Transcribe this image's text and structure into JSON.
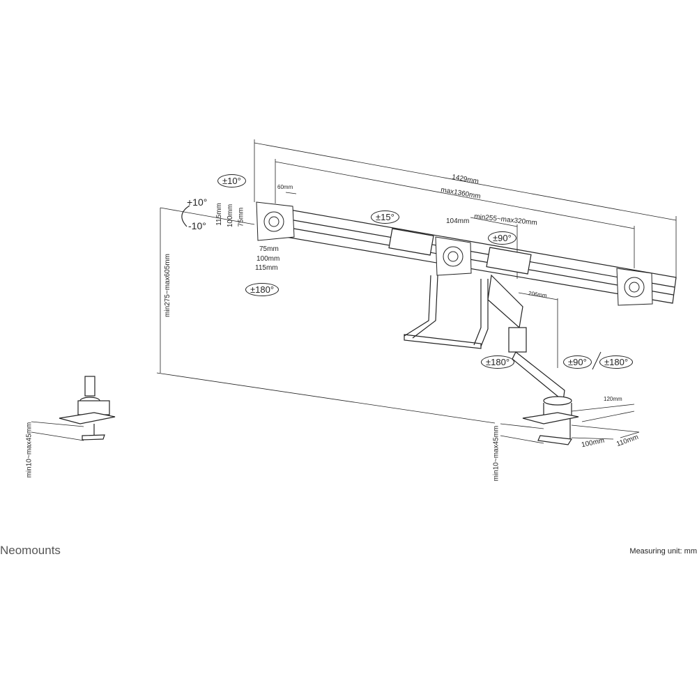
{
  "dimensions": {
    "total_width": "1429mm",
    "max_width": "max1360mm",
    "offset_60": "60mm",
    "offset_104": "104mm",
    "arm_extension": "min255~max320mm",
    "arm_206": "206mm",
    "height_range": "min275~max605mm",
    "vesa_h_115": "115mm",
    "vesa_h_100": "100mm",
    "vesa_h_75": "75mm",
    "vesa_w_75": "75mm",
    "vesa_w_100": "100mm",
    "vesa_w_115": "115mm",
    "base_120": "120mm",
    "base_100": "100mm",
    "base_110": "110mm",
    "desk_thickness_main": "min10~max45mm",
    "desk_thickness_alt": "min10~max45mm"
  },
  "angles": {
    "tilt_range": "±10°",
    "tilt_up": "+10°",
    "tilt_down": "-10°",
    "rotation_left": "±180°",
    "beam_tilt": "±15°",
    "swivel_center": "±90°",
    "arm_rotation": "±180°",
    "base_swivel": "±90°",
    "base_rotation": "±180°"
  },
  "brand": "Neomounts",
  "unit_note": "Measuring unit: mm"
}
